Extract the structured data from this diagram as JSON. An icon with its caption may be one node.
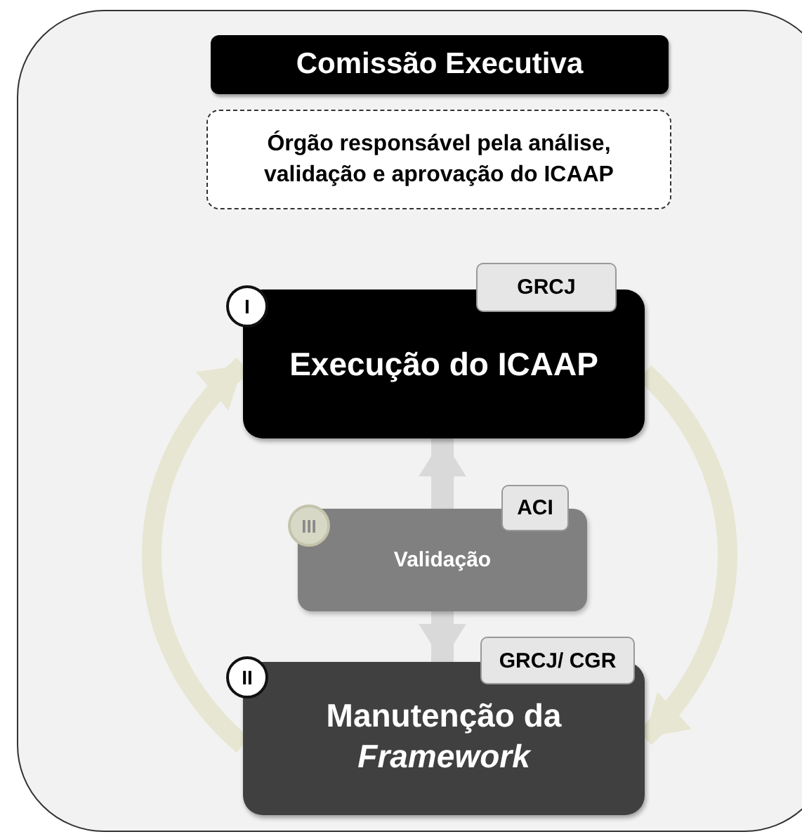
{
  "diagram": {
    "nodes": [
      {
        "text": [
          "Comissão Executiva"
        ]
      },
      {
        "text": [
          "Órgão responsável pela análise, validação e aprovação do ICAAP"
        ]
      },
      {
        "text": [
          "Execução do ICAAP"
        ]
      },
      {
        "text": [
          "I"
        ]
      },
      {
        "text": [
          "GRCJ"
        ]
      },
      {
        "text": [
          "Validação"
        ]
      },
      {
        "text": [
          "III"
        ]
      },
      {
        "text": [
          "ACI"
        ]
      },
      {
        "text": [
          "Manutenção da *Framework*"
        ]
      },
      {
        "text": [
          "II"
        ]
      },
      {
        "text": [
          "GRCJ/ CGR"
        ]
      }
    ],
    "edges": [
      {
        "from": 8,
        "to": 2,
        "arrow": "to",
        "color": "#e6e6d2"
      },
      {
        "from": 2,
        "to": 8,
        "arrow": "to",
        "color": "#e6e6d2"
      },
      {
        "from": 5,
        "to": 2,
        "arrow": "to",
        "color": "#d9d9d9"
      },
      {
        "from": 5,
        "to": 8,
        "arrow": "to",
        "color": "#d9d9d9"
      }
    ]
  }
}
